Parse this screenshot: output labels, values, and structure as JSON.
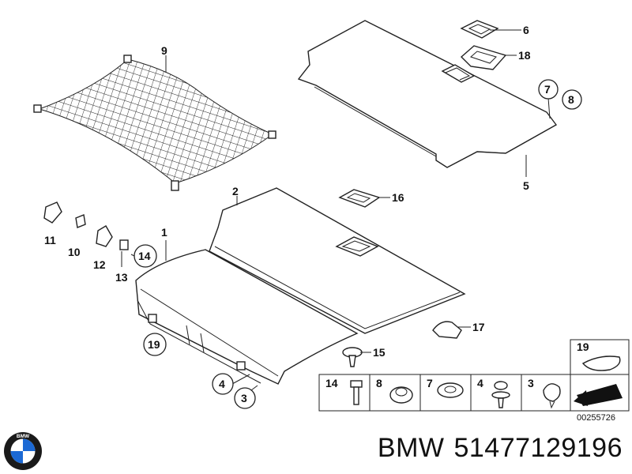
{
  "callouts": {
    "c1": "1",
    "c2": "2",
    "c3": "3",
    "c4": "4",
    "c5": "5",
    "c6": "6",
    "c7": "7",
    "c8": "8",
    "c9": "9",
    "c10": "10",
    "c11": "11",
    "c12": "12",
    "c13": "13",
    "c14": "14",
    "c15": "15",
    "c16": "16",
    "c17": "17",
    "c18": "18",
    "c19": "19"
  },
  "hardware_table": {
    "cells": [
      "14",
      "8",
      "7",
      "4",
      "3"
    ],
    "side": "19"
  },
  "diagram_number": "00255726",
  "brand": {
    "logo_text": "BMW",
    "name": "BMW",
    "part_number": "51477129196",
    "colors": {
      "logo_blue": "#1c69d4",
      "logo_ring": "#1a1a1a"
    }
  }
}
